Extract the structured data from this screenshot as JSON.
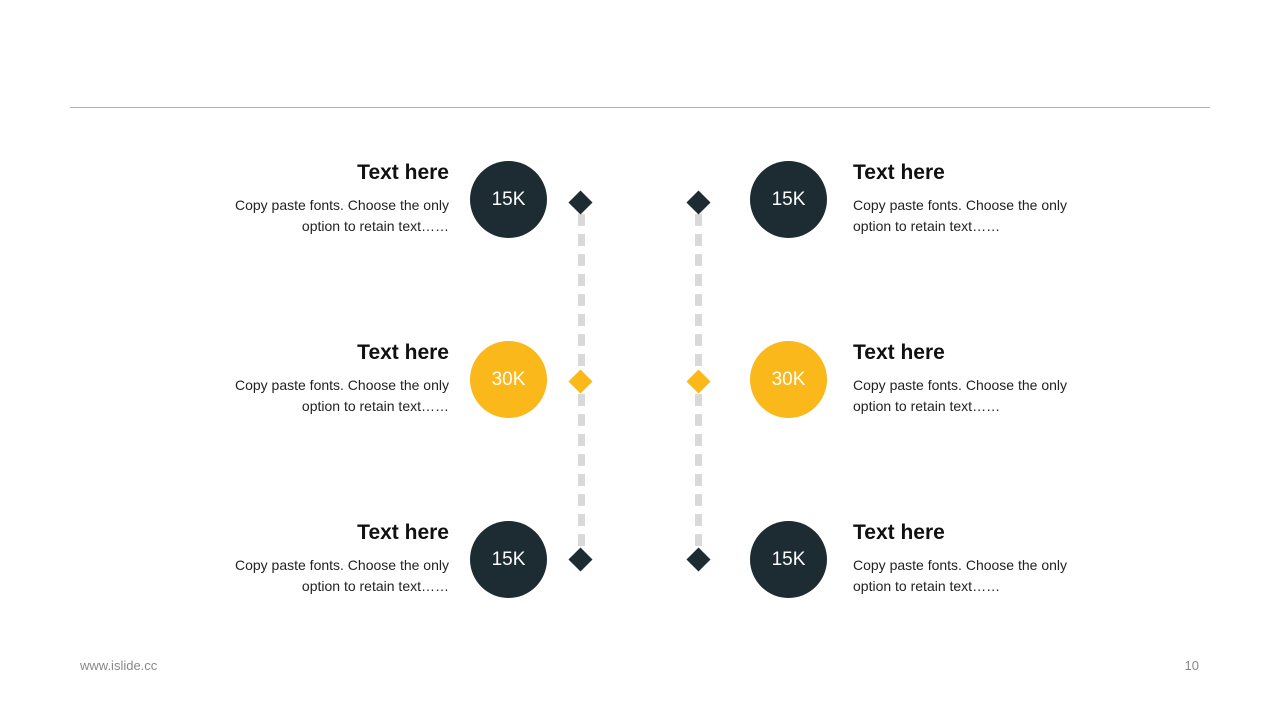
{
  "footer": {
    "url": "www.islide.cc",
    "page_number": "10"
  },
  "colors": {
    "dark": "#1d2b33",
    "accent": "#fbb81b",
    "dashes": "#d9d9d9"
  },
  "items": [
    {
      "title": "Text here",
      "value": "15K",
      "desc": "Copy paste fonts. Choose the only option to retain text……",
      "style": "dark"
    },
    {
      "title": "Text here",
      "value": "30K",
      "desc": "Copy paste fonts. Choose the only option to retain text……",
      "style": "accent"
    },
    {
      "title": "Text here",
      "value": "15K",
      "desc": "Copy paste fonts. Choose the only option to retain text……",
      "style": "dark"
    },
    {
      "title": "Text here",
      "value": "15K",
      "desc": "Copy paste fonts. Choose the only option to retain text……",
      "style": "dark"
    },
    {
      "title": "Text here",
      "value": "30K",
      "desc": "Copy paste fonts. Choose the only option to retain text……",
      "style": "accent"
    },
    {
      "title": "Text here",
      "value": "15K",
      "desc": "Copy paste fonts. Choose the only option to retain text……",
      "style": "dark"
    }
  ]
}
